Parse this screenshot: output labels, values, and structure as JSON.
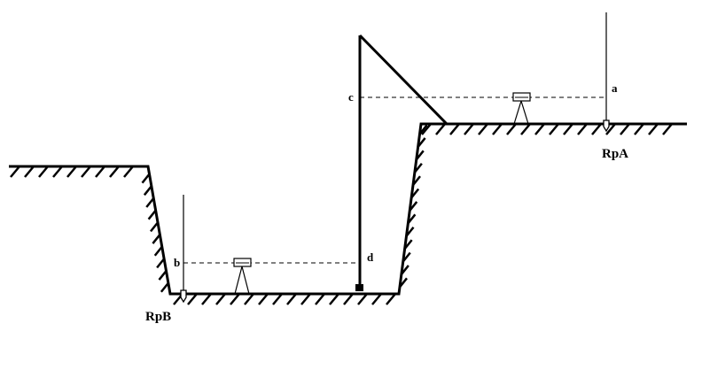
{
  "labels": {
    "a": "a",
    "b": "b",
    "c": "c",
    "d": "d",
    "rpa": "RpA",
    "rpb": "RpB"
  },
  "colors": {
    "ink": "#000000",
    "background": "#ffffff"
  }
}
